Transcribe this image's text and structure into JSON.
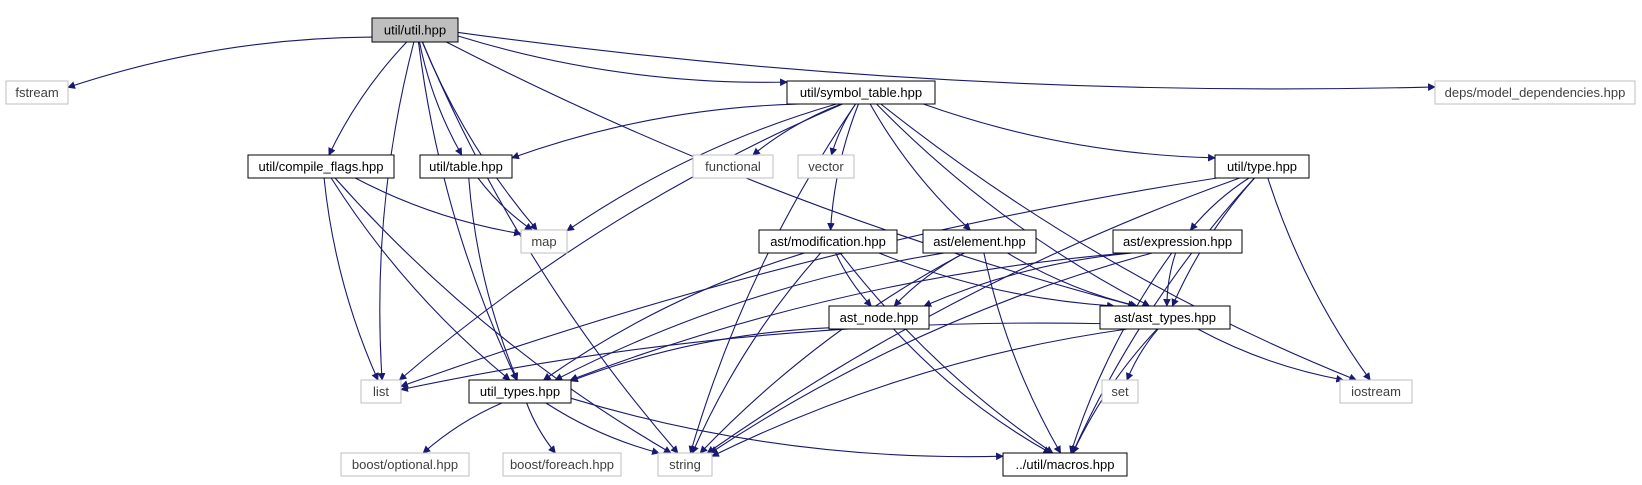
{
  "title": "util/util.hpp",
  "colors": {
    "edge": "#191970",
    "root_fill": "#bfbfbf",
    "documented_border": "#000000",
    "external_border": "#bfbfbf",
    "external_text": "#3f3f3f",
    "text": "#000000"
  },
  "nodes": [
    {
      "id": "util_util",
      "label": "util/util.hpp",
      "kind": "root"
    },
    {
      "id": "fstream",
      "label": "fstream",
      "kind": "external"
    },
    {
      "id": "symbol_table",
      "label": "util/symbol_table.hpp",
      "kind": "documented"
    },
    {
      "id": "model_deps",
      "label": "deps/model_dependencies.hpp",
      "kind": "external"
    },
    {
      "id": "compile_flags",
      "label": "util/compile_flags.hpp",
      "kind": "documented"
    },
    {
      "id": "table",
      "label": "util/table.hpp",
      "kind": "documented"
    },
    {
      "id": "functional",
      "label": "functional",
      "kind": "external"
    },
    {
      "id": "vector",
      "label": "vector",
      "kind": "external"
    },
    {
      "id": "type",
      "label": "util/type.hpp",
      "kind": "documented"
    },
    {
      "id": "map",
      "label": "map",
      "kind": "external"
    },
    {
      "id": "modification",
      "label": "ast/modification.hpp",
      "kind": "documented"
    },
    {
      "id": "element",
      "label": "ast/element.hpp",
      "kind": "documented"
    },
    {
      "id": "expression",
      "label": "ast/expression.hpp",
      "kind": "documented"
    },
    {
      "id": "ast_node",
      "label": "ast_node.hpp",
      "kind": "documented"
    },
    {
      "id": "ast_types",
      "label": "ast/ast_types.hpp",
      "kind": "documented"
    },
    {
      "id": "list",
      "label": "list",
      "kind": "external"
    },
    {
      "id": "util_types",
      "label": "util_types.hpp",
      "kind": "documented"
    },
    {
      "id": "set",
      "label": "set",
      "kind": "external"
    },
    {
      "id": "iostream",
      "label": "iostream",
      "kind": "external"
    },
    {
      "id": "boost_optional",
      "label": "boost/optional.hpp",
      "kind": "external"
    },
    {
      "id": "boost_foreach",
      "label": "boost/foreach.hpp",
      "kind": "external"
    },
    {
      "id": "string",
      "label": "string",
      "kind": "external"
    },
    {
      "id": "macros",
      "label": "../util/macros.hpp",
      "kind": "documented"
    }
  ],
  "edges": [
    [
      "util_util",
      "fstream"
    ],
    [
      "util_util",
      "symbol_table"
    ],
    [
      "util_util",
      "model_deps"
    ],
    [
      "util_util",
      "compile_flags"
    ],
    [
      "util_util",
      "table"
    ],
    [
      "util_util",
      "map"
    ],
    [
      "util_util",
      "list"
    ],
    [
      "util_util",
      "util_types"
    ],
    [
      "util_util",
      "string"
    ],
    [
      "util_util",
      "ast_types"
    ],
    [
      "symbol_table",
      "table"
    ],
    [
      "symbol_table",
      "functional"
    ],
    [
      "symbol_table",
      "vector"
    ],
    [
      "symbol_table",
      "type"
    ],
    [
      "symbol_table",
      "map"
    ],
    [
      "symbol_table",
      "modification"
    ],
    [
      "symbol_table",
      "element"
    ],
    [
      "symbol_table",
      "ast_types"
    ],
    [
      "symbol_table",
      "list"
    ],
    [
      "symbol_table",
      "string"
    ],
    [
      "symbol_table",
      "iostream"
    ],
    [
      "compile_flags",
      "map"
    ],
    [
      "compile_flags",
      "list"
    ],
    [
      "compile_flags",
      "util_types"
    ],
    [
      "compile_flags",
      "string"
    ],
    [
      "table",
      "map"
    ],
    [
      "table",
      "util_types"
    ],
    [
      "type",
      "expression"
    ],
    [
      "type",
      "ast_types"
    ],
    [
      "type",
      "list"
    ],
    [
      "type",
      "iostream"
    ],
    [
      "type",
      "string"
    ],
    [
      "type",
      "macros"
    ],
    [
      "modification",
      "ast_node"
    ],
    [
      "modification",
      "ast_types"
    ],
    [
      "modification",
      "util_types"
    ],
    [
      "modification",
      "string"
    ],
    [
      "modification",
      "macros"
    ],
    [
      "element",
      "ast_node"
    ],
    [
      "element",
      "ast_types"
    ],
    [
      "element",
      "util_types"
    ],
    [
      "element",
      "string"
    ],
    [
      "element",
      "macros"
    ],
    [
      "expression",
      "ast_node"
    ],
    [
      "expression",
      "ast_types"
    ],
    [
      "expression",
      "util_types"
    ],
    [
      "expression",
      "string"
    ],
    [
      "expression",
      "macros"
    ],
    [
      "ast_node",
      "util_types"
    ],
    [
      "ast_node",
      "macros"
    ],
    [
      "ast_types",
      "list"
    ],
    [
      "ast_types",
      "set"
    ],
    [
      "ast_types",
      "iostream"
    ],
    [
      "ast_types",
      "string"
    ],
    [
      "ast_types",
      "macros"
    ],
    [
      "util_types",
      "boost_optional"
    ],
    [
      "util_types",
      "boost_foreach"
    ],
    [
      "util_types",
      "string"
    ],
    [
      "util_types",
      "macros"
    ]
  ]
}
